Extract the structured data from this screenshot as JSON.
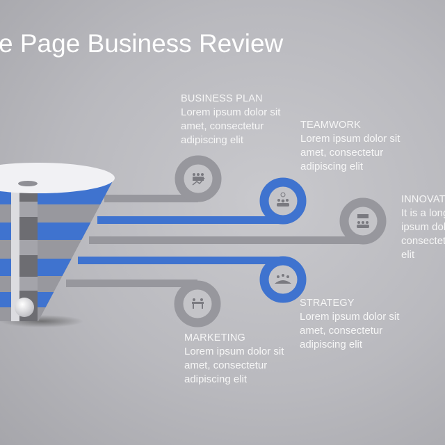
{
  "slide": {
    "title": "e Page Business Review"
  },
  "colors": {
    "blue": "#3f73cf",
    "gray": "#97979d",
    "ring_inner": "#c4c4c8",
    "text": "#f6f6f6"
  },
  "items": [
    {
      "heading": "BUSINESS PLAN",
      "lines": [
        "Lorem ipsum dolor sit",
        "amet, consectetur",
        "adipiscing elit"
      ],
      "icon": "business-growth-icon",
      "color": "gray"
    },
    {
      "heading": "TEAMWORK",
      "lines": [
        "Lorem ipsum dolor sit",
        "amet, consectetur",
        "adipiscing elit"
      ],
      "icon": "team-location-icon",
      "color": "blue"
    },
    {
      "heading": "INNOVAT",
      "lines": [
        "It is a long",
        "ipsum dol",
        "consectet",
        "elit"
      ],
      "icon": "presentation-team-icon",
      "color": "gray"
    },
    {
      "heading": "STRATEGY",
      "lines": [
        "Lorem ipsum dolor sit",
        "amet, consectetur",
        "adipiscing elit"
      ],
      "icon": "meeting-table-icon",
      "color": "blue"
    },
    {
      "heading": "MARKETING",
      "lines": [
        "Lorem ipsum dolor sit",
        "amet, consectetur",
        "adipiscing elit"
      ],
      "icon": "people-desk-icon",
      "color": "gray"
    }
  ]
}
